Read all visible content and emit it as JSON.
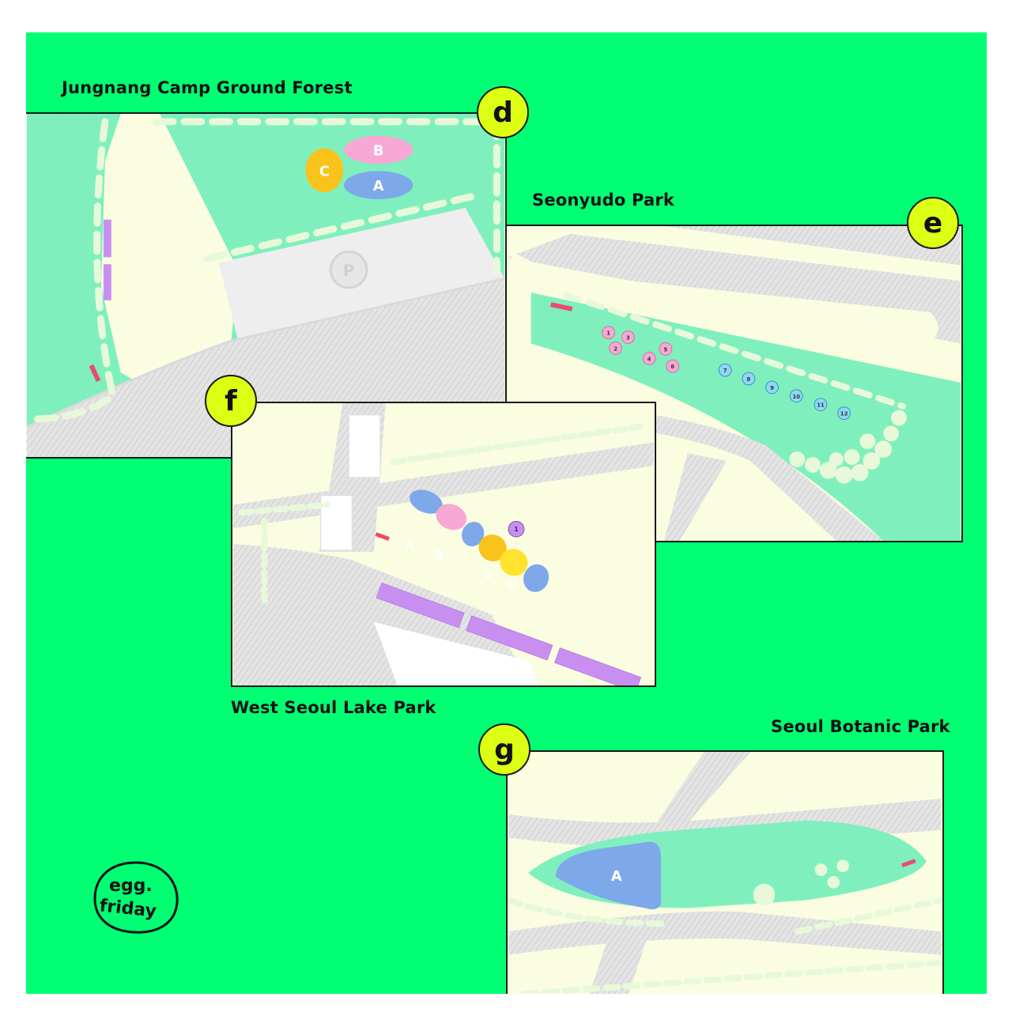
{
  "maps": {
    "d": {
      "badge": "d",
      "title": "Jungnang Camp Ground  Forest",
      "zones": [
        "B",
        "C",
        "A"
      ],
      "parking": "P"
    },
    "e": {
      "badge": "e",
      "title": "Seonyudo Park",
      "pink_spots": [
        "1",
        "2",
        "3",
        "4",
        "5",
        "6"
      ],
      "blue_spots": [
        "7",
        "8",
        "9",
        "10",
        "11",
        "12"
      ]
    },
    "f": {
      "badge": "f",
      "title": "West Seoul Lake Park",
      "zones": [
        "A",
        "B",
        "C",
        "D"
      ],
      "spot": "1"
    },
    "g": {
      "badge": "g",
      "title": "Seoul Botanic Park",
      "zones": [
        "A"
      ]
    }
  },
  "logo": {
    "line1": "egg.",
    "line2": "friday"
  },
  "colors": {
    "background": "#00ff73",
    "badge": "#dcff14",
    "park": "#7ff0bd",
    "land": "#fbfde0",
    "road": "#e6e6e6",
    "zone_pink": "#f7a8d4",
    "zone_blue": "#7da8ea",
    "zone_yellow": "#f9c31c",
    "zone_purple": "#c98ff0",
    "marker_red": "#ec4a6e"
  }
}
